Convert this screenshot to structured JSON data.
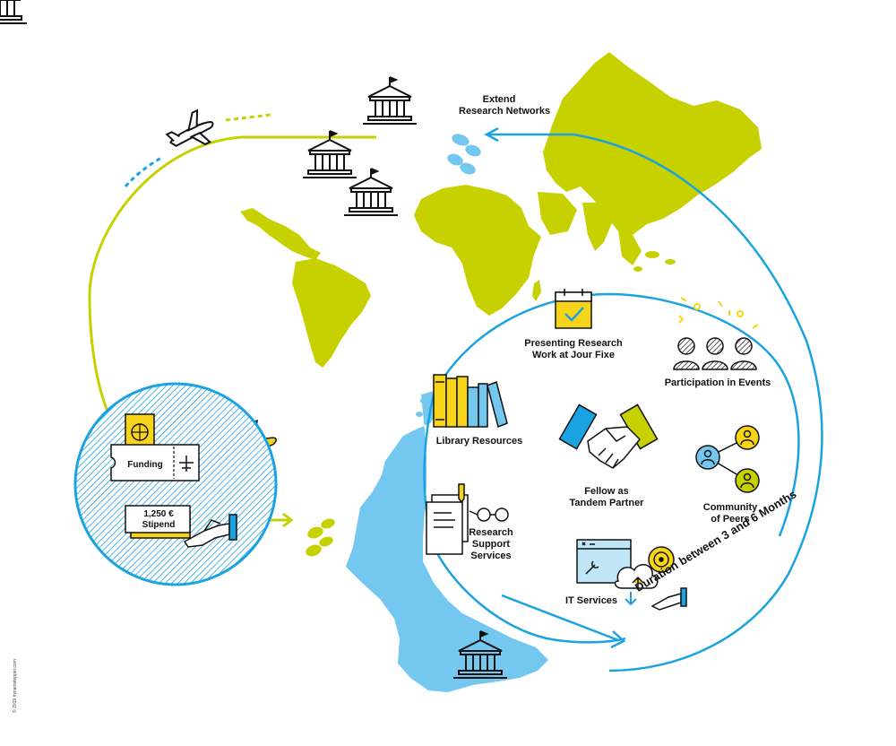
{
  "labels": {
    "extend_networks_1": "Extend",
    "extend_networks_2": "Research Networks",
    "presenting_1": "Presenting Research",
    "presenting_2": "Work at Jour Fixe",
    "participation": "Participation in Events",
    "library": "Library Resources",
    "fellow_1": "Fellow as",
    "fellow_2": "Tandem Partner",
    "community_1": "Community",
    "community_2": "of Peers",
    "research_1": "Research",
    "research_2": "Support",
    "research_3": "Services",
    "it_services": "IT Services",
    "funding": "Funding",
    "stipend_amount": "1,250 €",
    "stipend": "Stipend",
    "duration": "Duration between 3 and 6 Months",
    "credit": "© 2019 miriamstepper.com"
  },
  "colors": {
    "lime": "#c7d100",
    "blue": "#1aa3e0",
    "lightblue": "#74c7ef",
    "yellow": "#f7d417",
    "dark": "#111111"
  }
}
